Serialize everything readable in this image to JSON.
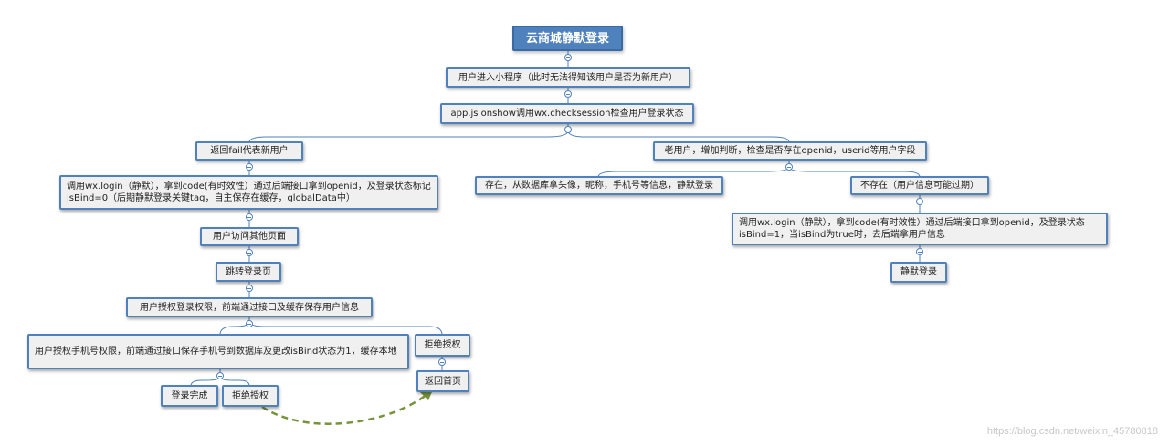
{
  "diagram": {
    "root": "云商城静默登录",
    "n1": "用户进入小程序（此时无法得知该用户是否为新用户）",
    "n2": "app.js onshow调用wx.checksession检查用户登录状态",
    "left_branch": "返回fail代表新用户",
    "left_login": "调用wx.login（静默），拿到code(有时效性）通过后端接口拿到openid，及登录状态标记 isBind=0（后期静默登录关键tag，自主保存在缓存，globalData中）",
    "visit_other": "用户访问其他页面",
    "jump_login": "跳转登录页",
    "auth_login": "用户授权登录权限，前端通过接口及缓存保存用户信息",
    "auth_phone": "用户授权手机号权限，前端通过接口保存手机号到数据库及更改isBind状态为1，缓存本地",
    "reject_auth_1": "拒绝授权",
    "login_done": "登录完成",
    "reject_auth_2": "拒绝授权",
    "return_home": "返回首页",
    "right_branch": "老用户，增加判断，检查是否存在openid，userid等用户字段",
    "exists": "存在，从数据库拿头像，昵称，手机号等信息，静默登录",
    "not_exists": "不存在（用户信息可能过期）",
    "right_login": "调用wx.login（静默），拿到code(有时效性）通过后端接口拿到openid，及登录状态isBind=1，当isBind为true时，去后端拿用户信息",
    "silent_login": "静默登录"
  },
  "watermark": "https://blog.csdn.net/weixin_45780818",
  "colors": {
    "node_border": "#4f81bd",
    "node_fill": "#f0f0f0",
    "root_fill": "#4f81bd",
    "connector": "#4f81bd",
    "dashed_arrow": "#77933c"
  }
}
